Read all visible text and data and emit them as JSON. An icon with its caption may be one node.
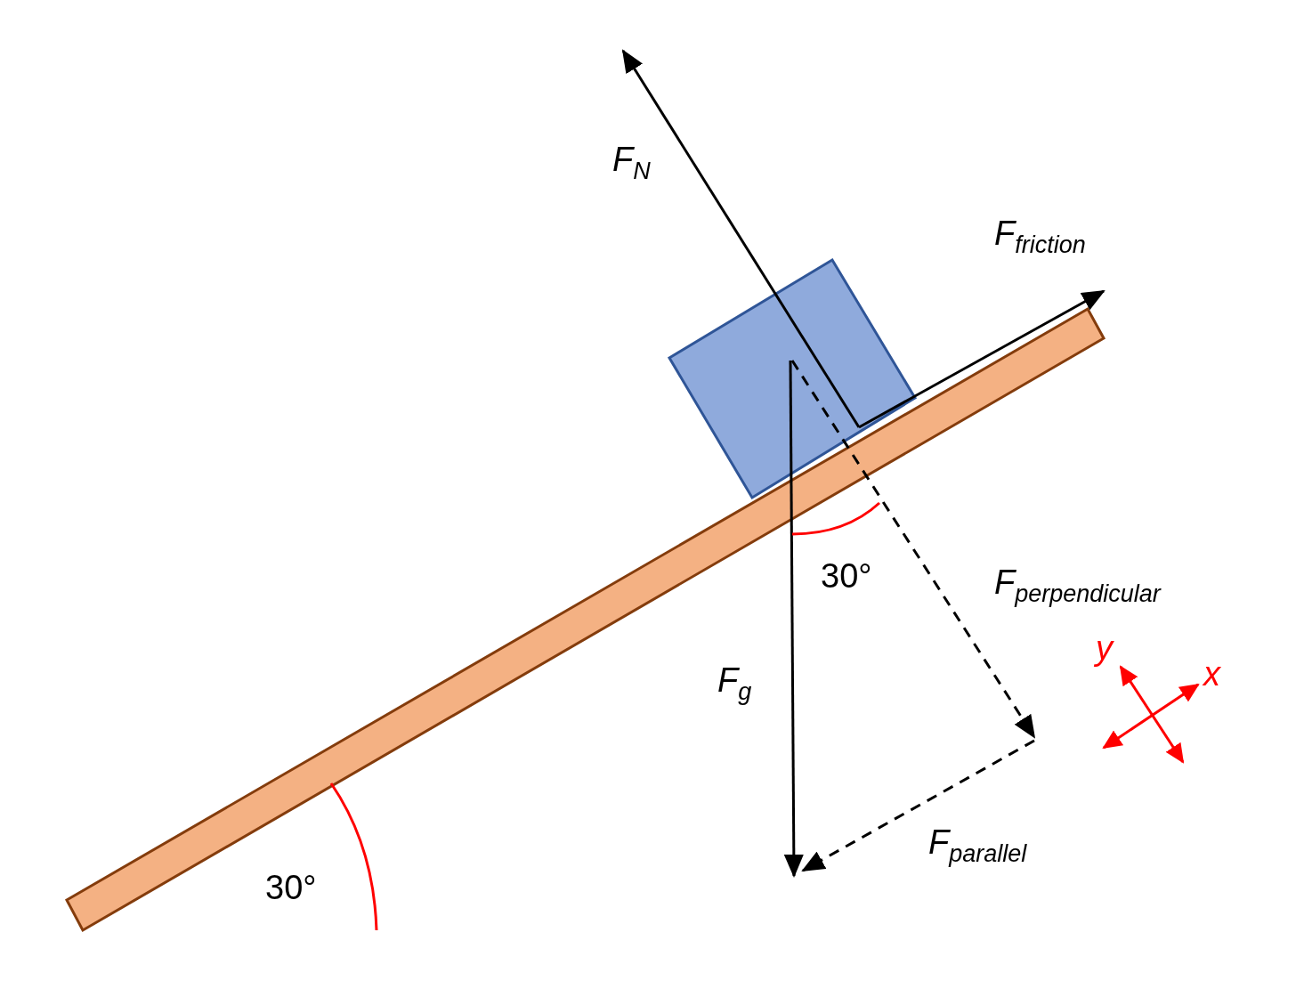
{
  "diagram": {
    "labels": [
      "F$_{N}$",
      "F$_{friction}$",
      "30°",
      "F$_{perpendicular}$",
      "y",
      "x",
      "F$_{g}$",
      "F$_{parallel}$",
      "30°"
    ]
  }
}
